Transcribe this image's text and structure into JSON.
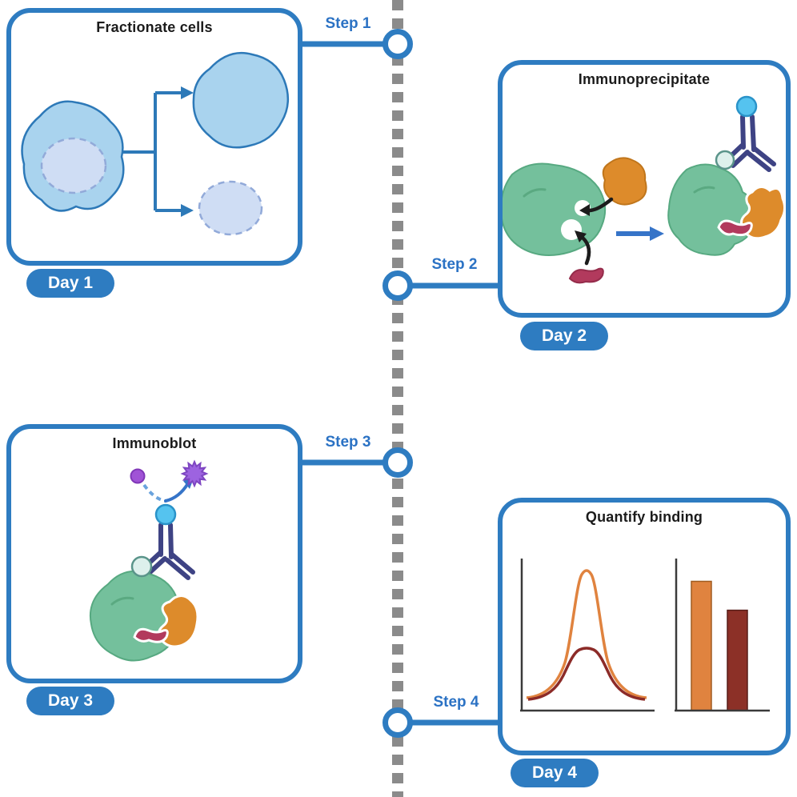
{
  "diagram_title_implied": "4-day co-immunoprecipitation workflow",
  "panels": [
    {
      "id": "fractionate",
      "title": "Fractionate cells",
      "day": "Day 1",
      "step": "Step 1"
    },
    {
      "id": "immunoprecipitate",
      "title": "Immunoprecipitate",
      "day": "Day 2",
      "step": "Step 2"
    },
    {
      "id": "immunoblot",
      "title": "Immunoblot",
      "day": "Day 3",
      "step": "Step 3"
    },
    {
      "id": "quantify",
      "title": "Quantify binding",
      "day": "Day 4",
      "step": "Step 4"
    }
  ],
  "colors": {
    "primary_blue": "#2e7cc1",
    "step_text_blue": "#2b72c4",
    "dashed_timeline_gray": "#8b8b8b",
    "cell_fill": "#a9d3ee",
    "cell_outline": "#2d79b8",
    "nucleus_fill": "#cfddf4",
    "nucleus_dash_outline": "#92aad9",
    "green_protein": "#74c09c",
    "green_protein_outline": "#57a981",
    "orange_protein": "#dd8b2b",
    "red_protein": "#b23a5d",
    "antibody_slate": "#3e4384",
    "tag_cyan": "#55c3ef",
    "bead_mint": "#ddf0ec",
    "substrate_purple": "#a053d6",
    "signal_burst_purple": "#9d63e0",
    "chart_orange": "#e0833f",
    "chart_dark_red": "#8c3027",
    "black_arrow": "#1c1c1c"
  },
  "chart_data": [
    {
      "type": "line",
      "title": "",
      "xlabel": "",
      "ylabel": "",
      "note": "schematic distribution curves, no ticks or labels shown",
      "x_range_relative": [
        0,
        1
      ],
      "ylim_relative": [
        0,
        1
      ],
      "series": [
        {
          "name": "orange-curve",
          "color": "#e0833f",
          "peak_x_relative": 0.47,
          "peak_height_relative": 0.92
        },
        {
          "name": "dark-red-curve",
          "color": "#8c2b28",
          "peak_x_relative": 0.47,
          "peak_height_relative": 0.4
        }
      ],
      "grid": false,
      "legend": false
    },
    {
      "type": "bar",
      "title": "",
      "xlabel": "",
      "ylabel": "",
      "note": "schematic two-bar comparison, no ticks or labels shown",
      "categories": [
        "orange-bar",
        "dark-red-bar"
      ],
      "values": [
        0.85,
        0.66
      ],
      "colors": [
        "#e0833f",
        "#8c3027"
      ],
      "ylim_relative": [
        0,
        1
      ],
      "grid": false,
      "legend": false
    }
  ]
}
